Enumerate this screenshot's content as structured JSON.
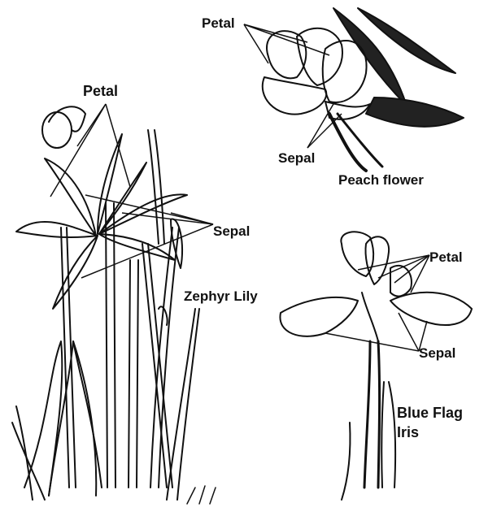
{
  "zephyr": {
    "name": "Zephyr Lily",
    "petal_label": "Petal",
    "sepal_label": "Sepal"
  },
  "peach": {
    "name": "Peach flower",
    "petal_label": "Petal",
    "sepal_label": "Sepal"
  },
  "iris": {
    "name_line1": "Blue Flag",
    "name_line2": "Iris",
    "petal_label": "Petal",
    "sepal_label": "Sepal"
  }
}
